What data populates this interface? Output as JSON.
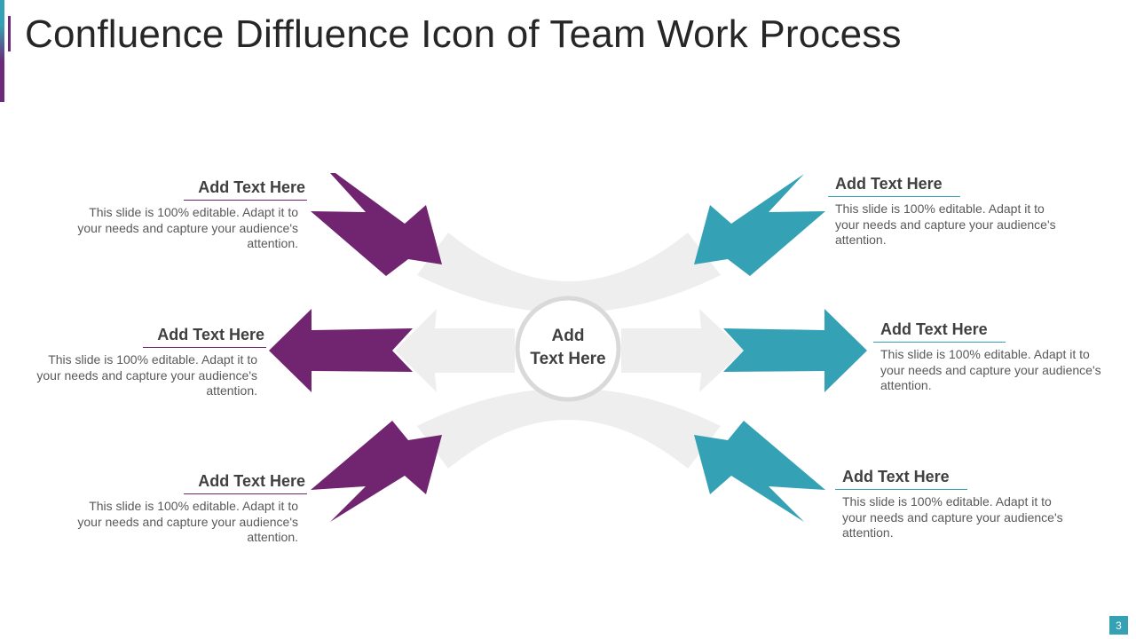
{
  "slide": {
    "title": "Confluence Diffluence Icon of Team Work Process",
    "page_number": "3",
    "center_label": "Add\nText Here"
  },
  "colors": {
    "purple": "#71246f",
    "teal": "#35a1b5",
    "ghost": "#eeeeee",
    "ring": "#d9d9d9"
  },
  "blocks": {
    "top_left": {
      "heading": "Add Text Here",
      "body": "This slide is 100% editable. Adapt it to your needs and capture your audience's attention."
    },
    "middle_left": {
      "heading": "Add Text Here",
      "body": "This slide is 100% editable. Adapt it to your needs and capture your audience's attention."
    },
    "bottom_left": {
      "heading": "Add Text Here",
      "body": "This slide is 100% editable. Adapt it to your needs and capture your audience's attention."
    },
    "top_right": {
      "heading": "Add Text Here",
      "body": "This slide is 100% editable. Adapt it to your needs and capture your audience's attention."
    },
    "middle_right": {
      "heading": "Add Text Here",
      "body": "This slide is 100% editable. Adapt it to your needs and capture your audience's attention."
    },
    "bottom_right": {
      "heading": "Add Text Here",
      "body": "This slide is 100% editable. Adapt it to your needs and capture your audience's attention."
    }
  }
}
